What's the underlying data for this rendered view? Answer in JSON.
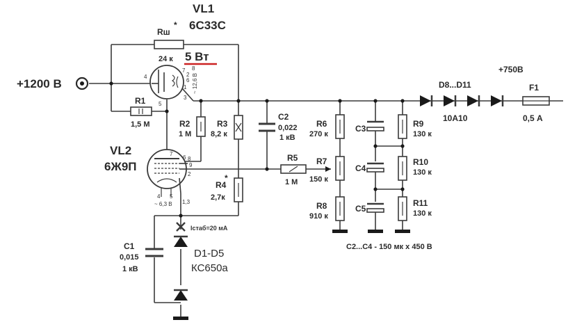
{
  "title_vl1": "VL1",
  "vl1_type": "6С33С",
  "rsh_name": "Rш",
  "rsh_value": "24 к",
  "rsh_power": "5 Вт",
  "star": "*",
  "input_label": "+1200 В",
  "output_voltage": "+750В",
  "r1_name": "R1",
  "r1_value": "1,5 М",
  "r2_name": "R2",
  "r2_value": "1 М",
  "r3_name": "R3",
  "r3_value": "8,2 к",
  "r4_name": "R4",
  "r4_value": "2,7к",
  "c2_name": "C2",
  "c2_value1": "0,022",
  "c2_value2": "1 кВ",
  "r5_name": "R5",
  "r5_value": "1 М",
  "r6_name": "R6",
  "r6_value": "270 к",
  "r7_name": "R7",
  "r7_value": "150 к",
  "r8_name": "R8",
  "r8_value": "910 к",
  "c3_name": "C3",
  "c4_name": "C4",
  "c5_name": "C5",
  "r9_name": "R9",
  "r9_value": "130 к",
  "r10_name": "R10",
  "r10_value": "130 к",
  "r11_name": "R11",
  "r11_value": "130 к",
  "diodes_name": "D8...D11",
  "diodes_type": "10А10",
  "fuse_name": "F1",
  "fuse_value": "0,5 А",
  "vl2_name": "VL2",
  "vl2_type": "6Ж9П",
  "heater_vl1": "~ 12,6 В",
  "heater_vl2": "~ 6,3 В",
  "istab": "Iстаб=20 мА",
  "c1_name": "C1",
  "c1_value1": "0,015",
  "c1_value2": "1 кВ",
  "zener_name": "D1-D5",
  "zener_type": "КС650а",
  "cap_note": "С2...С4 - 150 мк х 450 В",
  "pins": {
    "vl1_4": "4",
    "vl1_5": "5",
    "vl1_3": "3",
    "vl1_1": "1",
    "vl1_7": "7",
    "vl1_6": "6",
    "vl1_2": "2",
    "vl1_8": "8",
    "vl2_7": "7",
    "vl2_6": "6",
    "vl2_8": "8",
    "vl2_9": "9",
    "vl2_2": "2",
    "vl2_4": "4",
    "vl2_5": "5",
    "vl2_13": "1,3"
  },
  "colors": {
    "wire": "#3a3a3a",
    "power_underline": "#cc2222",
    "mask": "#ffffff"
  }
}
